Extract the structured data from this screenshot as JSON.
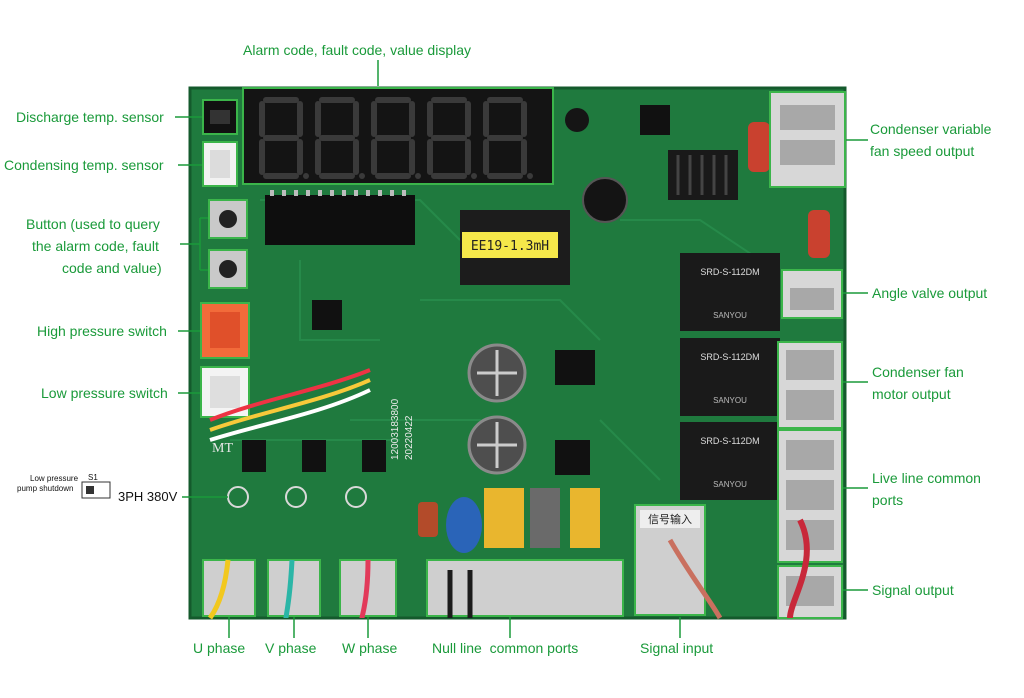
{
  "labels": {
    "display": "Alarm code, fault code, value display",
    "discharge": "Discharge temp. sensor",
    "condensing": "Condensing temp. sensor",
    "button_1": "Button (used to query",
    "button_2": "the alarm code, fault",
    "button_3": "code and value)",
    "high_pressure": "High pressure switch",
    "low_pressure": "Low pressure switch",
    "pump_shutdown_1": "Low pressure",
    "pump_shutdown_2": "pump shutdown",
    "switch_id": "S1",
    "three_phase": "3PH 380V",
    "cond_var_1": "Condenser variable",
    "cond_var_2": "fan speed output",
    "angle_valve": "Angle valve output",
    "cond_fan_1": "Condenser fan",
    "cond_fan_2": "motor output",
    "live_line_1": "Live line common",
    "live_line_2": "ports",
    "signal_output": "Signal output",
    "u_phase": "U phase",
    "v_phase": "V phase",
    "w_phase": "W phase",
    "null_line": "Null line  common ports",
    "signal_input": "Signal input"
  },
  "board_text": {
    "inductor": "EE19-1.3mH",
    "relay_model": "SRD-S-112DM",
    "relay_brand": "SANYOU",
    "board_id": "12003183800",
    "board_date": "20220422",
    "mt": "MT",
    "signal_in_chinese": "信号输入"
  },
  "colors": {
    "label_green": "#1a9a3a",
    "pcb": "#1f7a3e",
    "display_bg": "#141414",
    "segment": "#2a2a2a"
  }
}
